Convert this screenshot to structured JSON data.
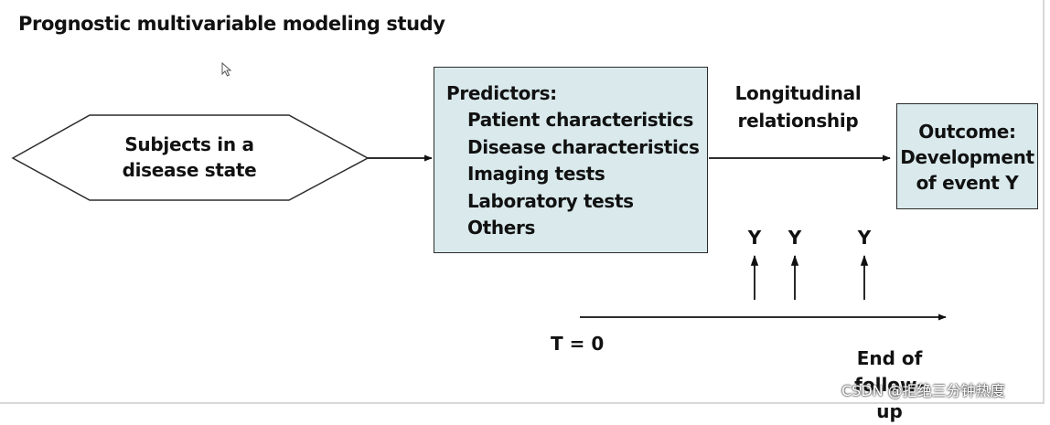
{
  "title": "Prognostic multivariable modeling study",
  "subjects": {
    "line1": "Subjects in a",
    "line2": "disease state"
  },
  "predictors": {
    "heading": "Predictors:",
    "items": [
      "Patient characteristics",
      "Disease characteristics",
      "Imaging tests",
      "Laboratory tests",
      "Others"
    ]
  },
  "relationship": {
    "line1": "Longitudinal",
    "line2": "relationship"
  },
  "outcome": {
    "line1": "Outcome:",
    "line2": "Development",
    "line3": "of event Y"
  },
  "events": [
    "Y",
    "Y",
    "Y"
  ],
  "timeline": {
    "start_label": "T = 0",
    "end_line1": "End of",
    "end_line2": "follow-up"
  },
  "watermark": "CSDN @拒绝三分钟热度",
  "colors": {
    "box_fill": "#d9e9ec",
    "stroke": "#2b2b2b"
  }
}
